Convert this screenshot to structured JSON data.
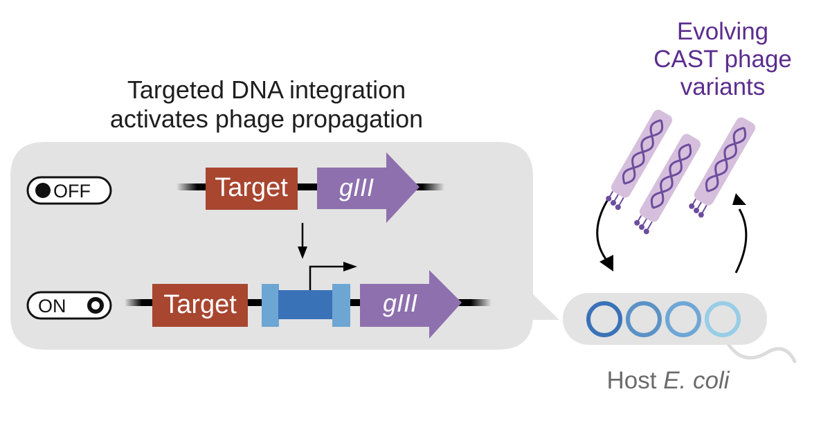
{
  "title": {
    "line1": "Targeted DNA integration",
    "line2": "activates phage propagation"
  },
  "phage_title": {
    "line1": "Evolving",
    "line2": "CAST phage",
    "line3": "variants"
  },
  "off_state": {
    "toggle_label": "OFF",
    "target_label": "Target",
    "gene_label": "gIII"
  },
  "on_state": {
    "toggle_label": "ON",
    "target_label": "Target",
    "gene_label": "gIII"
  },
  "host": {
    "prefix": "Host ",
    "species": "E. coli"
  },
  "colors": {
    "panel_bg": "#e3e3e3",
    "target_box": "#a84630",
    "gene_arrow": "#8e70ae",
    "insert_dark": "#3a72b8",
    "insert_light": "#6da6d3",
    "phage_body": "#d5bfdc",
    "phage_dna": "#6c4c9c",
    "phage_title": "#5b2d8e",
    "host_text": "#6b6b6b",
    "plasmid_colors": [
      "#3a72b8",
      "#5b92c6",
      "#6ea7d6",
      "#98cde6"
    ]
  }
}
